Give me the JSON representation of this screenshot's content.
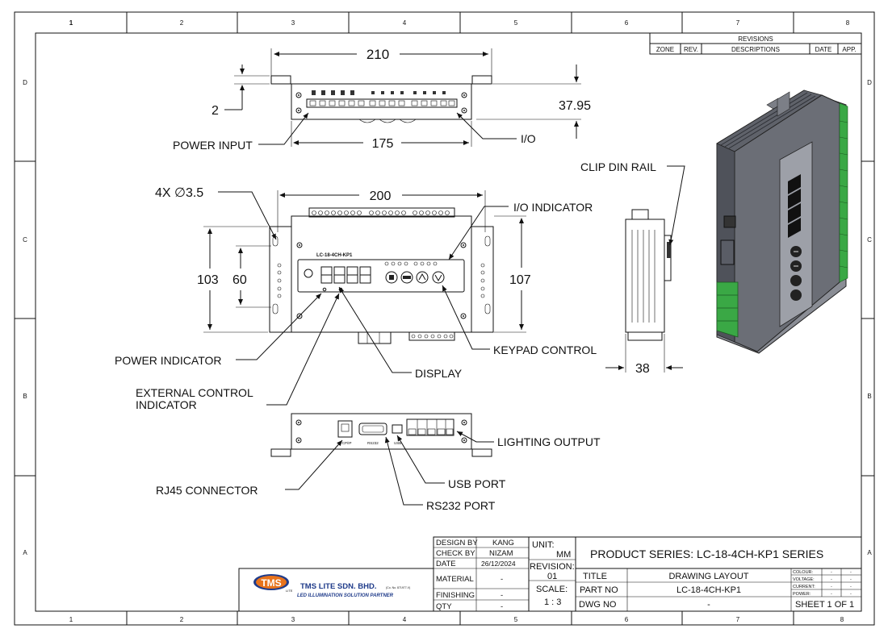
{
  "grid": {
    "cols_top": [
      "1",
      "2",
      "3",
      "4",
      "5",
      "6",
      "7",
      "8"
    ],
    "cols_bottom": [
      "1",
      "2",
      "3",
      "4",
      "5",
      "6",
      "7",
      "8"
    ],
    "rows_left": [
      "D",
      "C",
      "B",
      "A"
    ],
    "rows_right": [
      "D",
      "C",
      "B",
      "A"
    ]
  },
  "revisions": {
    "title": "REVISIONS",
    "headers": [
      "ZONE",
      "REV.",
      "DESCRIPTIONS",
      "DATE",
      "APP."
    ]
  },
  "top_view": {
    "dim_210": "210",
    "dim_2": "2",
    "dim_37_95": "37.95",
    "dim_175": "175",
    "power_input": "POWER INPUT",
    "io": "I/O"
  },
  "front_view": {
    "holes": "4X ∅3.5",
    "dim_200": "200",
    "dim_103": "103",
    "dim_60": "60",
    "dim_107": "107",
    "model": "LC-18-4CH-KP1",
    "io_indicator": "I/O INDICATOR",
    "power_indicator": "POWER INDICATOR",
    "display": "DISPLAY",
    "keypad_control": "KEYPAD CONTROL",
    "external_control_1": "EXTERNAL CONTROL",
    "external_control_2": "INDICATOR"
  },
  "side_view": {
    "clip_din_rail": "CLIP DIN RAIL",
    "dim_38": "38"
  },
  "bottom_view": {
    "lighting_output": "LIGHTING OUTPUT",
    "rj45": "RJ45 CONNECTOR",
    "usb": "USB PORT",
    "rs232": "RS232 PORT",
    "tcpip_tag": "TCP/IP",
    "rs232_tag": "RS232",
    "usb_tag": "USB"
  },
  "title_block": {
    "design_by_label": "DESIGN BY",
    "design_by": "KANG",
    "check_by_label": "CHECK BY",
    "check_by": "NIZAM",
    "date_label": "DATE",
    "date": "26/12/2024",
    "material_label": "MATERIAL",
    "material": "-",
    "finishing_label": "FINISHING",
    "finishing": "-",
    "qty_label": "QTY",
    "qty": "-",
    "unit_label": "UNIT:",
    "unit": "MM",
    "revision_label": "REVISION:",
    "revision": "01",
    "scale_label": "SCALE:",
    "scale": "1 : 3",
    "product_series": "PRODUCT SERIES: LC-18-4CH-KP1  SERIES",
    "title_label": "TITLE",
    "title": "DRAWING LAYOUT",
    "part_no_label": "PART NO",
    "part_no": "LC-18-4CH-KP1",
    "dwg_no_label": "DWG NO",
    "dwg_no": "-",
    "colour_label": "COLOUR:",
    "voltage_label": "VOLTAGE:",
    "current_label": "CURRENT:",
    "power_label": "POWER:",
    "spec_dash": "-",
    "sheet": "SHEET 1 OF 1",
    "company": "TMS LITE SDN. BHD.",
    "company_reg": "(Co. No. 871977-V)",
    "tagline": "LED ILLUMINATION SOLUTION PARTNER",
    "logo": "TMS",
    "logo_sub": "LITE"
  },
  "colors": {
    "line": "#111111",
    "logo_orange": "#e8731c",
    "logo_blue": "#1f3b8a",
    "device_gray": "#6b6e76",
    "terminal_green": "#3aa845"
  }
}
